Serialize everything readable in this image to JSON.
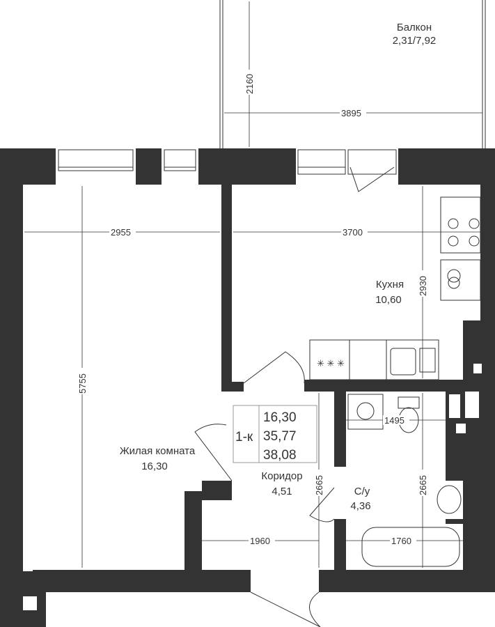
{
  "rooms": {
    "balcony": {
      "name": "Балкон",
      "area": "2,31/7,92"
    },
    "kitchen": {
      "name": "Кухня",
      "area": "10,60"
    },
    "living": {
      "name": "Жилая комната",
      "area": "16,30"
    },
    "corridor": {
      "name": "Коридор",
      "area": "4,51"
    },
    "bathroom": {
      "name": "С/у",
      "area": "4,36"
    }
  },
  "dimensions": {
    "balcony_depth": "2160",
    "balcony_width": "3895",
    "living_width": "2955",
    "kitchen_width": "3700",
    "living_length": "5755",
    "kitchen_length": "2930",
    "bath_width_top": "1495",
    "corridor_length": "2665",
    "bath_length": "2665",
    "corridor_width": "1960",
    "bath_width_bottom": "1760"
  },
  "summary": {
    "type": "1-к",
    "living_area": "16,30",
    "total_area": "35,77",
    "total_with_balcony": "38,08"
  },
  "colors": {
    "wall": "#333333"
  }
}
